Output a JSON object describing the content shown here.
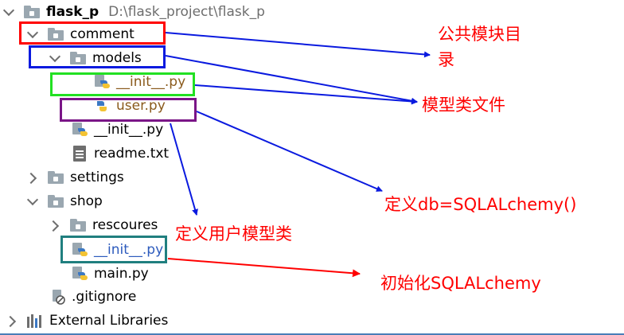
{
  "tree": {
    "root": {
      "name": "flask_p",
      "path": "D:\\flask_project\\flask_p"
    },
    "comment": "comment",
    "models": "models",
    "models_init": "__init__.py",
    "user": "user.py",
    "comment_init": "__init__.py",
    "readme": "readme.txt",
    "settings": "settings",
    "shop": "shop",
    "rescoures": "rescoures",
    "shop_init": "__init__.py",
    "main": "main.py",
    "gitignore": ".gitignore",
    "external": "External Libraries"
  },
  "annotations": {
    "common_module_dir_1": "公共模块目",
    "common_module_dir_2": "录",
    "model_class_file": "模型类文件",
    "define_db": "定义db=SQLALchemy()",
    "define_user_model": "定义用户模型类",
    "init_sqlalchemy": "初始化SQLALchemy"
  },
  "colors": {
    "red": "#ff0000",
    "blue": "#0a1adf",
    "green": "#22e022",
    "purple": "#7a1587",
    "teal": "#207f7f",
    "folder": "#9aa7b0"
  }
}
